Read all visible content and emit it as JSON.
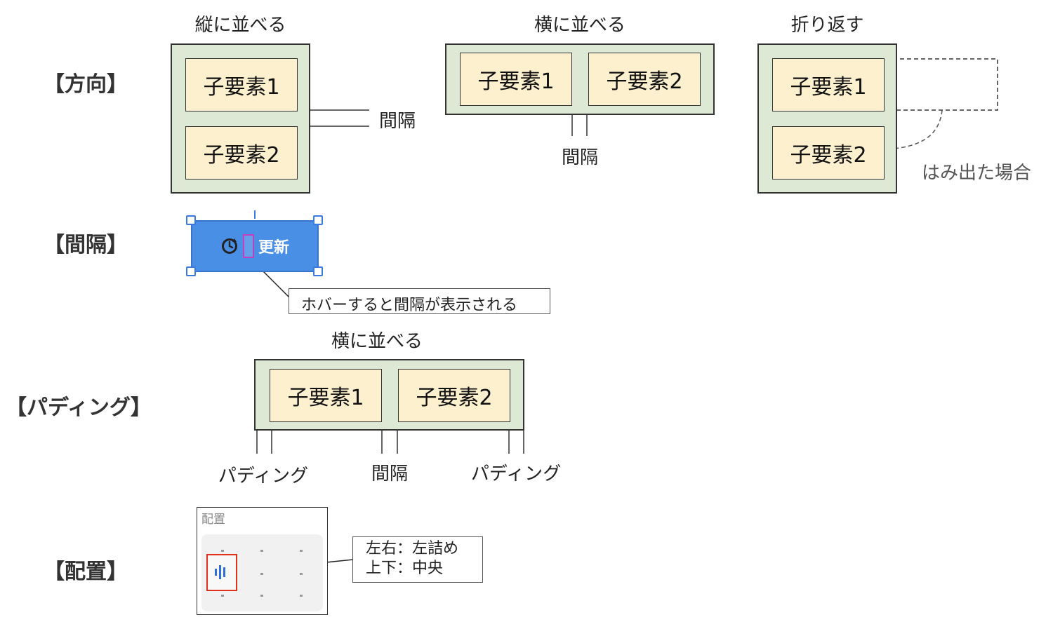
{
  "sections": {
    "direction": "【方向】",
    "gap": "【間隔】",
    "padding": "【パディング】",
    "alignment": "【配置】"
  },
  "direction": {
    "vertical": {
      "title": "縦に並べる",
      "child1": "子要素1",
      "child2": "子要素2",
      "gap_label": "間隔"
    },
    "horizontal": {
      "title": "横に並べる",
      "child1": "子要素1",
      "child2": "子要素2",
      "gap_label": "間隔"
    },
    "wrap": {
      "title": "折り返す",
      "child1": "子要素1",
      "child2": "子要素2",
      "overflow_label": "はみ出た場合"
    }
  },
  "gap": {
    "button_label": "更新",
    "button_icon": "refresh-clock-icon",
    "callout": "ホバーすると間隔が表示される"
  },
  "padding": {
    "title": "横に並べる",
    "child1": "子要素1",
    "child2": "子要素2",
    "left_label": "パディング",
    "gap_label": "間隔",
    "right_label": "パディング"
  },
  "alignment": {
    "panel_title": "配置",
    "callout_line1": "左右：左詰め",
    "callout_line2": "上下：中央",
    "selected_icon": "align-left-center-icon"
  },
  "colors": {
    "container": "#dde9d5",
    "child": "#fcf0cf",
    "button": "#4a8fe6",
    "highlight_red": "#e0301e",
    "gap_marker": "#c040c0"
  }
}
